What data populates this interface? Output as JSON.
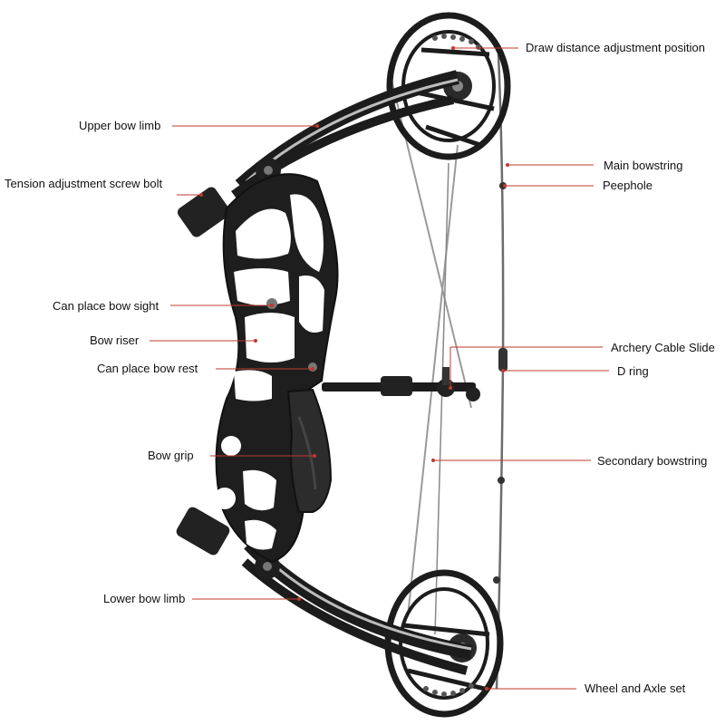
{
  "colors": {
    "leader": "#c0392b",
    "bow": "#1c1c1c",
    "string": "#7a7a7a"
  },
  "labels": {
    "draw_distance": "Draw distance adjustment position",
    "upper_limb": "Upper bow limb",
    "main_bowstring": "Main bowstring",
    "peephole": "Peephole",
    "tension_bolt": "Tension adjustment screw bolt",
    "bow_sight": "Can place bow sight",
    "bow_riser": "Bow riser",
    "cable_slide": "Archery Cable Slide",
    "bow_rest": "Can place bow rest",
    "d_ring": "D ring",
    "bow_grip": "Bow grip",
    "secondary_bowstring": "Secondary bowstring",
    "lower_limb": "Lower bow limb",
    "wheel_axle": "Wheel and Axle set"
  }
}
